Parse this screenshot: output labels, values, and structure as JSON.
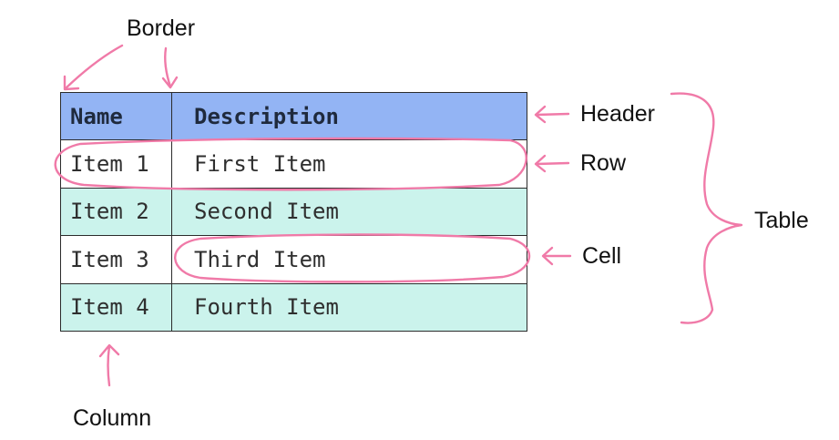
{
  "table": {
    "headers": [
      "Name",
      "Description"
    ],
    "rows": [
      [
        "Item 1",
        "First Item"
      ],
      [
        "Item 2",
        "Second Item"
      ],
      [
        "Item 3",
        "Third Item"
      ],
      [
        "Item 4",
        "Fourth Item"
      ]
    ],
    "colors": {
      "header_bg": "#93b4f4",
      "alt_row_bg": "#cbf3ec",
      "row_bg": "#ffffff",
      "border": "#2b2b2b"
    }
  },
  "annotations": {
    "border": "Border",
    "header": "Header",
    "row": "Row",
    "cell": "Cell",
    "table": "Table",
    "column": "Column",
    "stroke_color": "#f07aa8"
  }
}
